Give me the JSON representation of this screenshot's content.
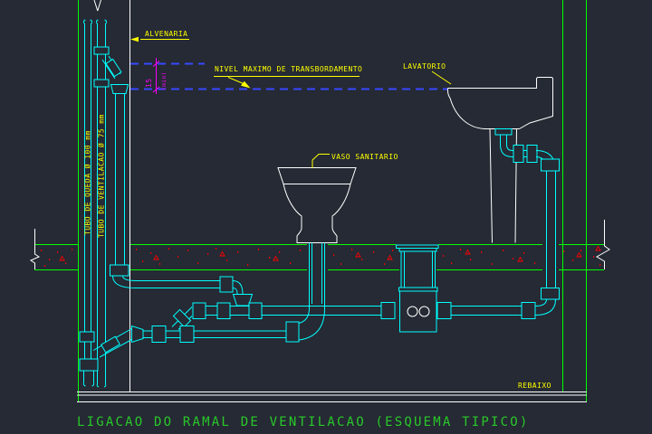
{
  "drawing": {
    "title": "LIGACAO DO RAMAL DE VENTILACAO (ESQUEMA TIPICO)",
    "labels": {
      "alvenaria": "ALVENARIA",
      "nivel_maximo": "NIVEL MAXIMO DE TRANSBORDAMENTO",
      "lavatorio": "LAVATORIO",
      "vaso_sanitario": "VASO SANITARIO",
      "rebaixo": "REBAIXO",
      "tubo_queda": "TUBO DE QUEDA Ø 100 mm",
      "tubo_ventilacao": "TUBO DE VENTILACAO Ø 75 mm",
      "dim_value": "15",
      "dim_unit": "(min)"
    },
    "colors": {
      "background": "#252a34",
      "pipes": "#00ffff",
      "structure": "#00ff00",
      "fixtures": "#ffffff",
      "labels": "#ffff00",
      "dimension": "#ff00ff",
      "water_level": "#3648ff",
      "hatch": "#ff0000",
      "title_text": "#29c829"
    }
  }
}
